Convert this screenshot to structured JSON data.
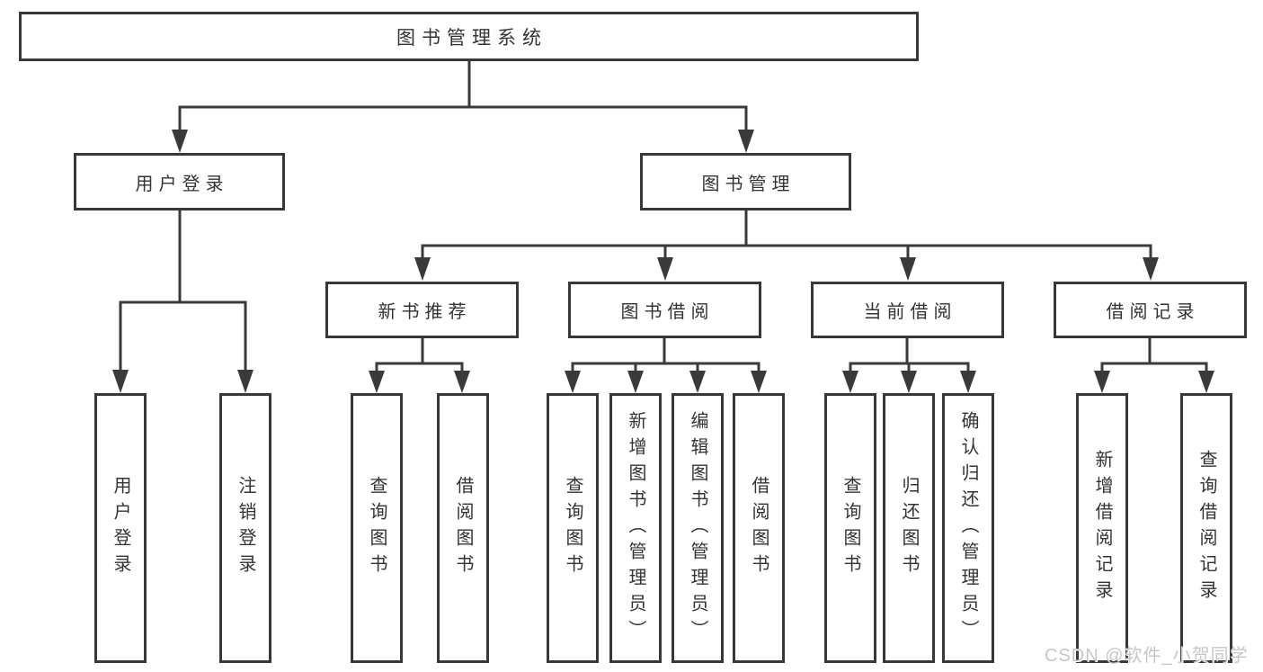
{
  "diagram": {
    "root": {
      "label": "图书管理系统"
    },
    "branches": [
      {
        "label": "用户登录",
        "children": [
          {
            "label": "用户登录"
          },
          {
            "label": "注销登录"
          }
        ]
      },
      {
        "label": "图书管理",
        "children": [
          {
            "label": "新书推荐",
            "children": [
              {
                "label": "查询图书"
              },
              {
                "label": "借阅图书"
              }
            ]
          },
          {
            "label": "图书借阅",
            "children": [
              {
                "label": "查询图书"
              },
              {
                "label": "新增图书（管理员）"
              },
              {
                "label": "编辑图书（管理员）"
              },
              {
                "label": "借阅图书"
              }
            ]
          },
          {
            "label": "当前借阅",
            "children": [
              {
                "label": "查询图书"
              },
              {
                "label": "归还图书"
              },
              {
                "label": "确认归还（管理员）"
              }
            ]
          },
          {
            "label": "借阅记录",
            "children": [
              {
                "label": "新增借阅记录"
              },
              {
                "label": "查询借阅记录"
              }
            ]
          }
        ]
      }
    ]
  },
  "watermark": {
    "text": "CSDN @软件_小贺同学"
  },
  "colors": {
    "line": "#3a3a3a",
    "text": "#333333",
    "watermark": "#c7c7c7",
    "background": "#ffffff"
  }
}
